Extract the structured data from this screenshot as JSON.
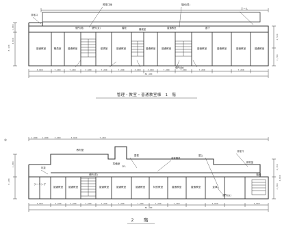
{
  "drawing": {
    "plan1": {
      "caption": "管理・教室・普通教室棟　1　階",
      "rooms": [
        "職員室",
        "普通教室",
        "保健室",
        "普通教室",
        "普通教室",
        "普通教室",
        "普通教室",
        "普通教室",
        "普通教室",
        "普通教室",
        "普通教室"
      ],
      "callouts": [
        "昇降口棟",
        "便所(男)",
        "便所(女)",
        "階段",
        "機械室",
        "普通教室",
        "階段(男)",
        "廊下",
        "ホール",
        "便所(女)",
        "非常口"
      ],
      "dims_bottom": [
        "3,600",
        "7,200",
        "7,200",
        "3,600",
        "7,200",
        "7,200",
        "3,600",
        "3,600",
        "7,200",
        "7,200",
        "7,200",
        "7,200"
      ],
      "overall_dim": "86,400",
      "left_dims": [
        "1,800",
        "3,600",
        "8,100"
      ],
      "right_dims": [
        "4,500",
        "2,700"
      ]
    },
    "plan2": {
      "marker": "②",
      "caption": "2　階",
      "rooms": [
        "教材室",
        "ラーニング",
        "普通教室",
        "普通教室",
        "普通教室",
        "普通教室",
        "普通教室",
        "特別教室",
        "普通教室",
        "普通教室",
        "準備室",
        "倉庫",
        "階段"
      ],
      "callouts": [
        "2FL",
        "屋根",
        "非常階段",
        "吹抜",
        "便所(男)",
        "教材室",
        "非常口",
        "屋上",
        "便所(女)"
      ],
      "dims_top": [
        "1,800",
        "1,800",
        "3,600",
        "3,600",
        "7,200"
      ],
      "dims_bottom": [
        "3,600",
        "3,600",
        "3,600",
        "3,600",
        "7,200",
        "7,200",
        "7,200",
        "7,200",
        "7,200",
        "3,600",
        "3,600"
      ],
      "overall_dim": "86,400",
      "left_dims": [
        "1,800",
        "8,100"
      ],
      "right_dims": [
        "2,700",
        "4,500",
        "3,600"
      ]
    }
  }
}
